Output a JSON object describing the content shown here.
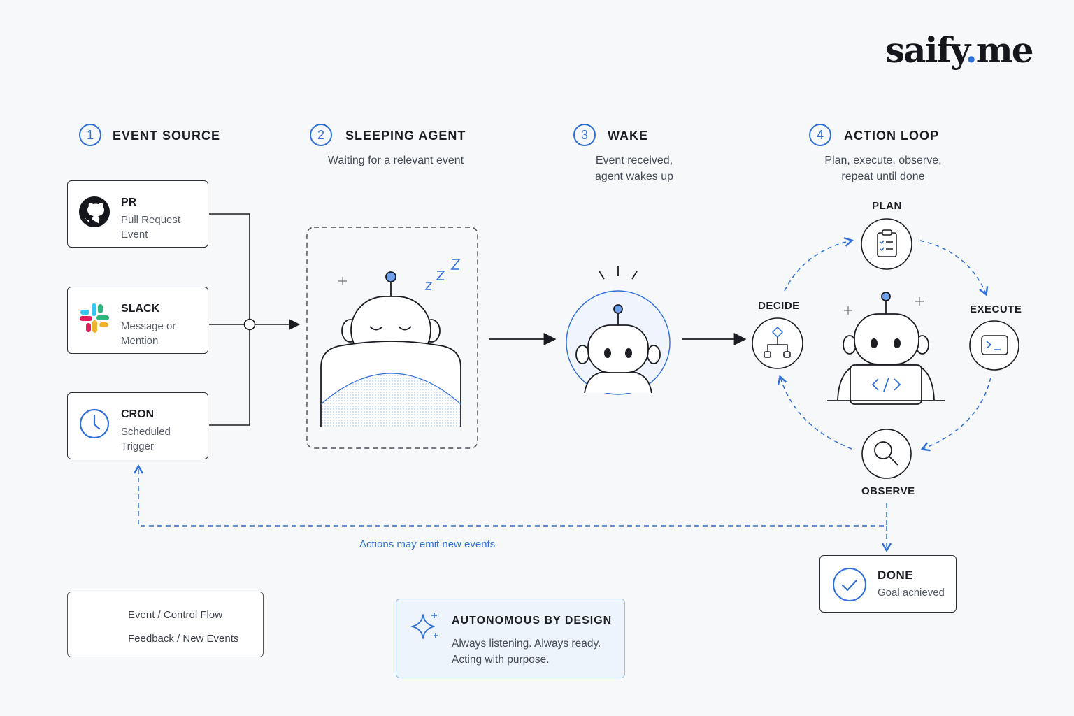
{
  "brand": {
    "name_main": "saify",
    "name_dot": ".",
    "name_tld": "me"
  },
  "steps": [
    {
      "num": "1",
      "title": "EVENT SOURCE",
      "subtitle": ""
    },
    {
      "num": "2",
      "title": "SLEEPING AGENT",
      "subtitle": "Waiting for a relevant event"
    },
    {
      "num": "3",
      "title": "WAKE",
      "subtitle_line1": "Event received,",
      "subtitle_line2": "agent wakes up"
    },
    {
      "num": "4",
      "title": "ACTION LOOP",
      "subtitle_line1": "Plan, execute, observe,",
      "subtitle_line2": "repeat until done"
    }
  ],
  "sources": [
    {
      "title": "PR",
      "line1": "Pull Request",
      "line2": "Event",
      "icon": "github-icon"
    },
    {
      "title": "SLACK",
      "line1": "Message or",
      "line2": "Mention",
      "icon": "slack-icon"
    },
    {
      "title": "CRON",
      "line1": "Scheduled",
      "line2": "Trigger",
      "icon": "clock-icon"
    }
  ],
  "loop": {
    "plan": "PLAN",
    "execute": "EXECUTE",
    "observe": "OBSERVE",
    "decide": "DECIDE"
  },
  "done": {
    "title": "DONE",
    "subtitle": "Goal achieved"
  },
  "feedback_label": "Actions may emit new events",
  "legend": {
    "solid": "Event / Control Flow",
    "dashed": "Feedback / New Events"
  },
  "autonomous": {
    "title": "AUTONOMOUS BY DESIGN",
    "line1": "Always listening. Always ready.",
    "line2": "Acting with purpose."
  },
  "colors": {
    "accent": "#2f6fd8",
    "ink": "#1b1d22",
    "background": "#f7f8fa"
  }
}
